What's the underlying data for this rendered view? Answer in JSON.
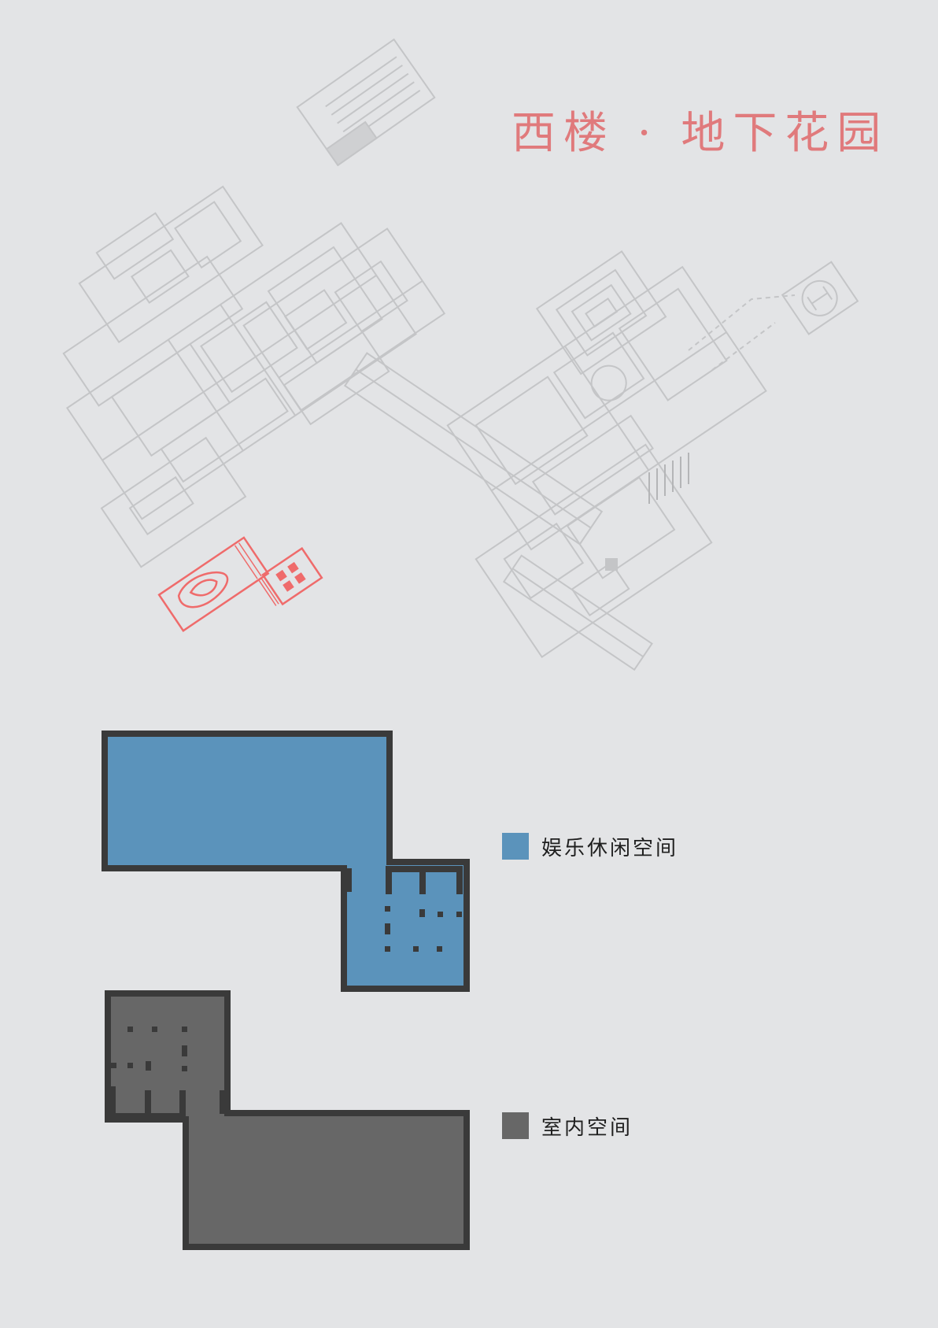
{
  "page": {
    "title": "西楼 · 地下花园"
  },
  "colors": {
    "background": "#e3e4e6",
    "title": "#e07a7c",
    "highlight": "#ef6b6b",
    "plan_lines": "#c4c5c7",
    "wall": "#3a3a3a",
    "leisure": "#5b93bb",
    "indoor": "#676767"
  },
  "legend": [
    {
      "label": "娱乐休闲空间",
      "color": "#5b93bb",
      "icon": "blue-square-swatch"
    },
    {
      "label": "室内空间",
      "color": "#676767",
      "icon": "gray-square-swatch"
    }
  ]
}
